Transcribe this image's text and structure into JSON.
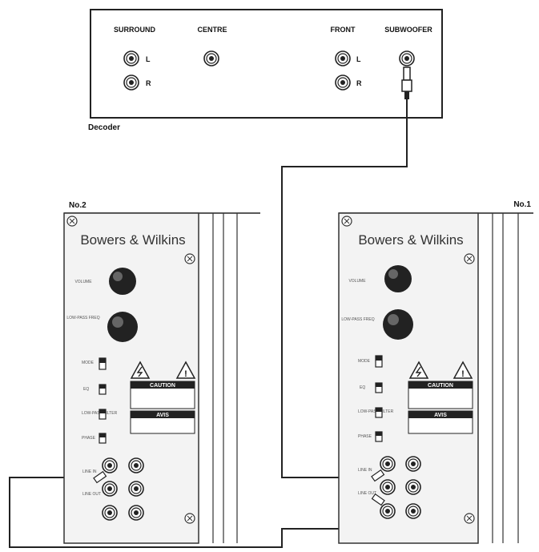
{
  "decoder": {
    "label": "Decoder",
    "headers": {
      "surround": "SURROUND",
      "centre": "CENTRE",
      "front": "FRONT",
      "subwoofer": "SUBWOOFER"
    },
    "channel_left": "L",
    "channel_right": "R"
  },
  "subwoofers": [
    {
      "tag": "No.2",
      "brand": "Bowers & Wilkins"
    },
    {
      "tag": "No.1",
      "brand": "Bowers & Wilkins"
    }
  ],
  "panel": {
    "volume": "VOLUME",
    "low_pass_freq": "LOW-PASS FREQ",
    "mode": "MODE",
    "eq": "EQ",
    "low_pass_filter": "LOW-PASS FILTER",
    "phase": "PHASE",
    "line_in": "LINE IN",
    "line_out": "LINE OUT",
    "caution": "CAUTION",
    "avis": "AVIS"
  },
  "colors": {
    "line": "#222222",
    "panel_fill": "#f2f2f2",
    "dark": "#1a1a1a"
  }
}
